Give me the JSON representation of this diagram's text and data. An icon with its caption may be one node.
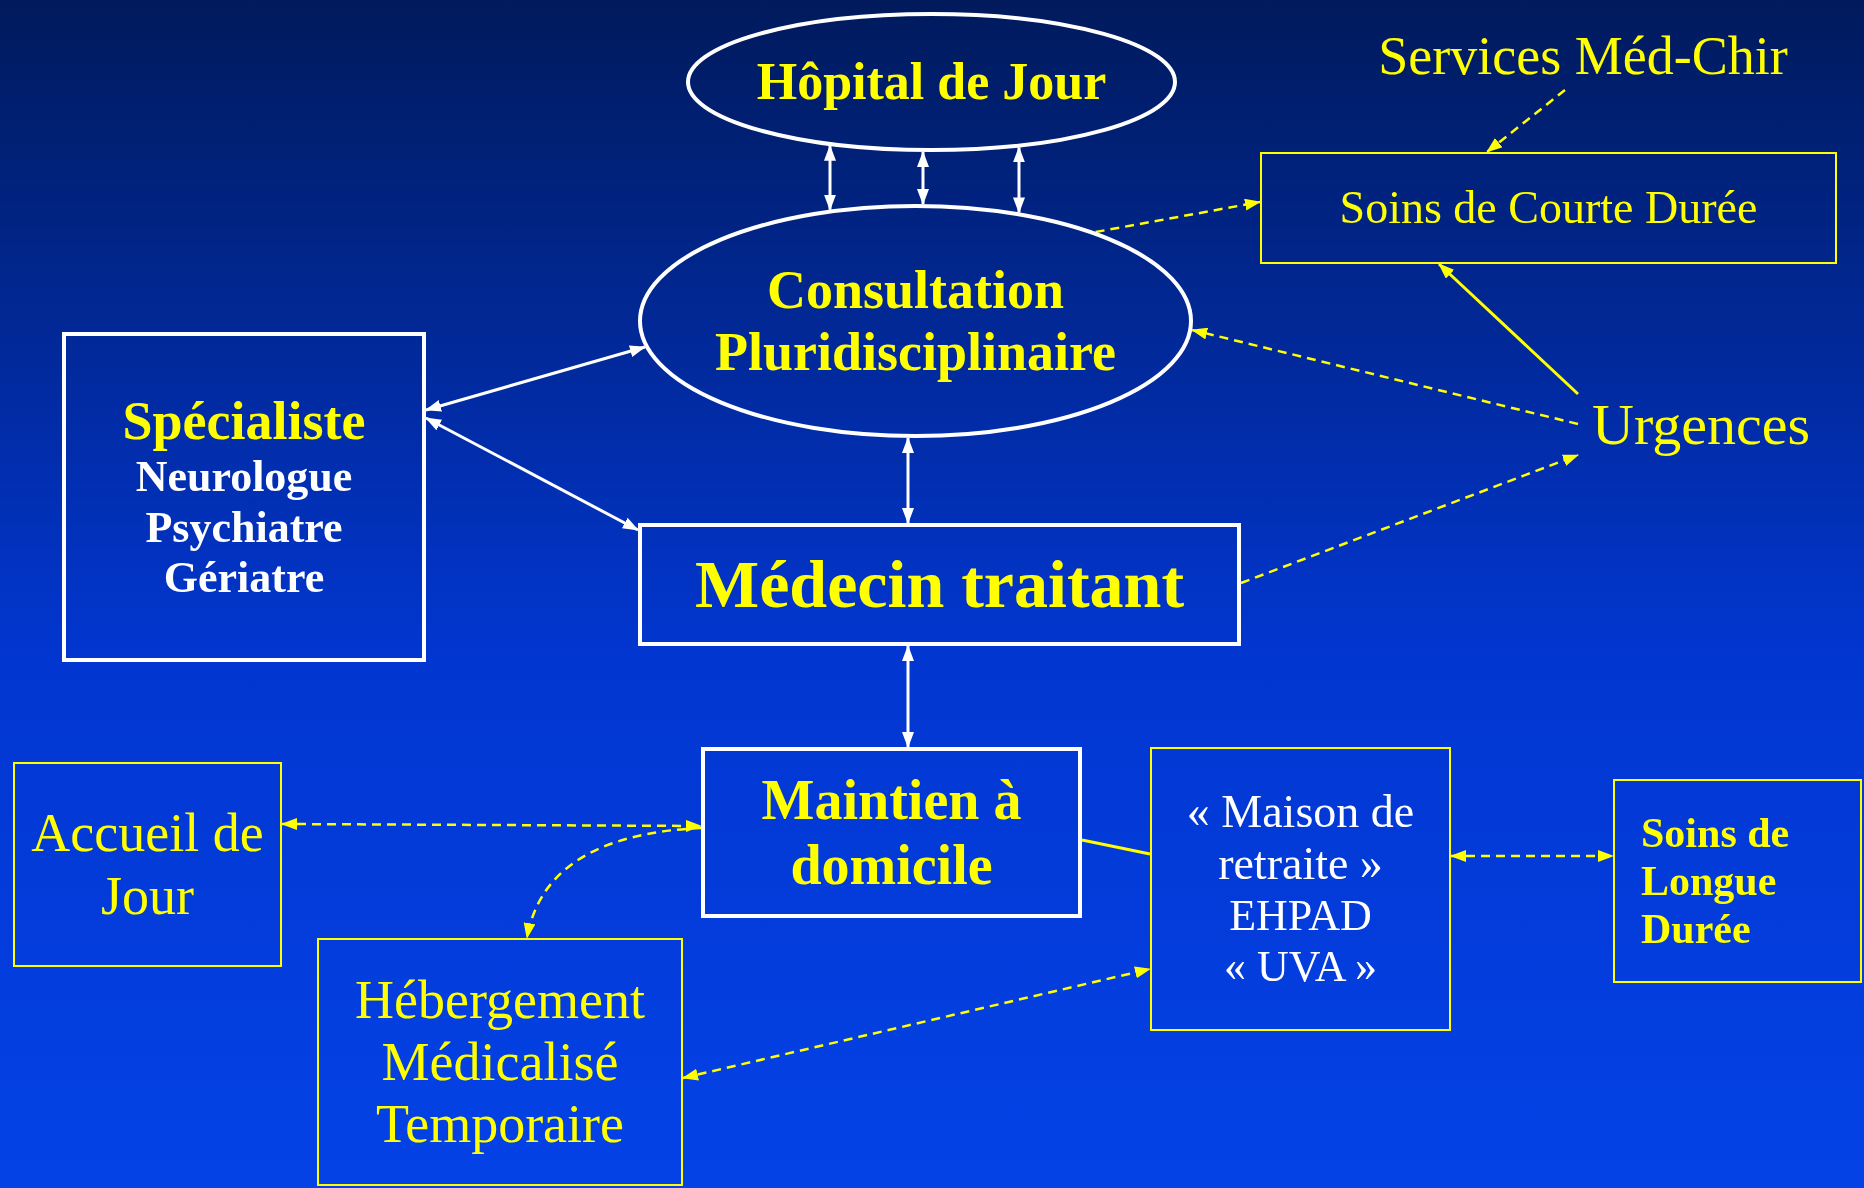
{
  "diagram": {
    "nodes": [
      {
        "text": [
          "Hôpital de Jour"
        ]
      },
      {
        "text": [
          "Services Méd-Chir"
        ]
      },
      {
        "text": [
          "Soins de Courte Durée"
        ]
      },
      {
        "text": [
          "Consultation Pluridisciplinaire"
        ]
      },
      {
        "text": [
          "Spécialiste",
          "Neurologue",
          "Psychiatre",
          "Gériatre"
        ]
      },
      {
        "text": [
          "Urgences"
        ]
      },
      {
        "text": [
          "Médecin traitant"
        ]
      },
      {
        "text": [
          "Accueil de Jour"
        ]
      },
      {
        "text": [
          "Maintien à domicile"
        ]
      },
      {
        "text": [
          "« Maison de retraite »",
          "EHPAD",
          "« UVA »"
        ]
      },
      {
        "text": [
          "Soins de Longue Durée"
        ]
      },
      {
        "text": [
          "Hébergement Médicalisé Temporaire"
        ]
      }
    ],
    "edges": [
      {
        "from": 0,
        "to": 3,
        "arrow": "both",
        "color": "#ffffff"
      },
      {
        "from": 0,
        "to": 3,
        "arrow": "both",
        "color": "#ffffff"
      },
      {
        "from": 0,
        "to": 3,
        "arrow": "both",
        "color": "#ffffff"
      },
      {
        "from": 4,
        "to": 3,
        "arrow": "both",
        "color": "#ffffff"
      },
      {
        "from": 4,
        "to": 6,
        "arrow": "both",
        "color": "#ffffff"
      },
      {
        "from": 3,
        "to": 6,
        "arrow": "both",
        "color": "#ffffff"
      },
      {
        "from": 6,
        "to": 8,
        "arrow": "both",
        "color": "#ffffff"
      },
      {
        "from": 3,
        "to": 2,
        "arrow": "to",
        "style": "dashed"
      },
      {
        "from": 1,
        "to": 2,
        "arrow": "to",
        "style": "dashed"
      },
      {
        "from": 5,
        "to": 2,
        "arrow": "to"
      },
      {
        "from": 5,
        "to": 3,
        "arrow": "to",
        "style": "dashed"
      },
      {
        "from": 6,
        "to": 5,
        "arrow": "to",
        "style": "dashed"
      },
      {
        "from": 7,
        "to": 8,
        "arrow": "both",
        "style": "dashed"
      },
      {
        "from": 8,
        "to": 11,
        "arrow": "to",
        "style": "dashed"
      },
      {
        "from": 8,
        "to": 9,
        "arrow": "none"
      },
      {
        "from": 9,
        "to": 10,
        "arrow": "both",
        "style": "dashed"
      },
      {
        "from": 11,
        "to": 9,
        "arrow": "both",
        "style": "dashed"
      }
    ]
  }
}
